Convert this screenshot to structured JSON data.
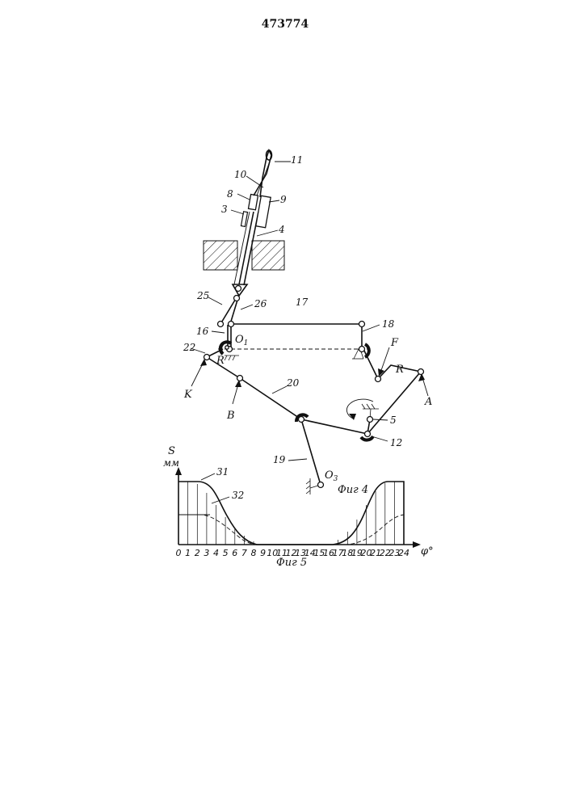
{
  "patent_number": "473774",
  "fig4": {
    "caption": "Фиг 4",
    "part_labels": {
      "p11": "11",
      "p10": "10",
      "p8": "8",
      "p9": "9",
      "p3": "3",
      "p4": "4",
      "p25": "25",
      "p26": "26",
      "p17": "17",
      "p18": "18",
      "p16": "16",
      "p22": "22",
      "p20": "20",
      "p19": "19",
      "p5": "5",
      "p12": "12"
    },
    "point_labels": {
      "O1": "O",
      "O1_sub": "1",
      "O3": "O",
      "O3_sub": "3",
      "R_left": "R",
      "R_right": "R",
      "K": "K",
      "B": "B",
      "F": "F",
      "A": "A"
    }
  },
  "fig5": {
    "caption": "Фиг 5",
    "y_axis_label": "S",
    "y_axis_unit": "мм",
    "x_axis_label": "φ°",
    "curve_labels": {
      "c31": "31",
      "c32": "32"
    },
    "x_ticks": [
      "0",
      "1",
      "2",
      "3",
      "4",
      "5",
      "6",
      "7",
      "8",
      "9",
      "10",
      "11",
      "12",
      "13",
      "14",
      "15",
      "16",
      "17",
      "18",
      "19",
      "20",
      "21",
      "22",
      "23",
      "24"
    ]
  }
}
